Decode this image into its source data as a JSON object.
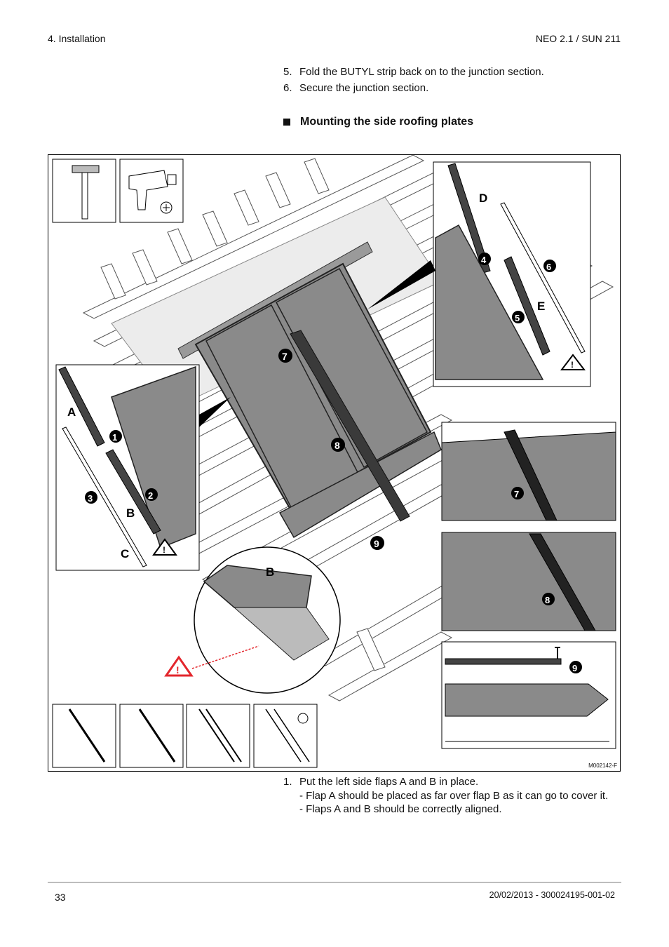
{
  "header": {
    "section": "4.  Installation",
    "product": "NEO 2.1 / SUN 211"
  },
  "intro_steps": [
    {
      "num": "5.",
      "text": "Fold the BUTYL strip back on to the junction section."
    },
    {
      "num": "6.",
      "text": "Secure the junction section."
    }
  ],
  "section_title": "Mounting the side roofing plates",
  "figure": {
    "id": "M002142-F",
    "labels": {
      "A": "A",
      "B": "B",
      "C": "C",
      "D": "D",
      "E": "E",
      "B_zoom": "B"
    },
    "step_markers": [
      "1",
      "2",
      "3",
      "4",
      "5",
      "6",
      "7",
      "8",
      "9"
    ],
    "icons": [
      "hammer-icon",
      "drill-icon",
      "warning-icon",
      "screw-icon"
    ]
  },
  "steps": [
    {
      "num": "1.",
      "text": "Put the left side flaps A and B in place.",
      "sub": [
        "- Flap A should be placed as far over flap B as it can go to cover it.",
        "- Flaps A and B should be correctly aligned."
      ]
    }
  ],
  "footer": {
    "page": "33",
    "doc_ref": "20/02/2013 - 300024195-001-02"
  },
  "colors": {
    "panel_gray": "#8a8a8a",
    "warning_red": "#e3262c",
    "rule_gray": "#bdbdbd"
  }
}
